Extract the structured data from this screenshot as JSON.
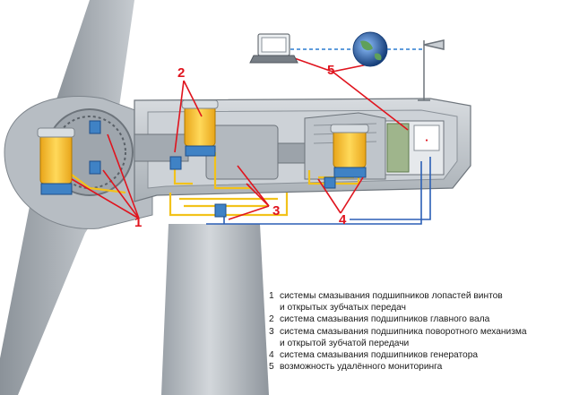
{
  "callouts": [
    "1",
    "2",
    "3",
    "4",
    "5"
  ],
  "legend": [
    {
      "num": "1",
      "line1": "системы смазывания подшипников лопастей винтов",
      "line2": "и открытых зубчатых передач"
    },
    {
      "num": "2",
      "line1": "система смазывания подшипников главного вала",
      "line2": ""
    },
    {
      "num": "3",
      "line1": "система смазывания подшипника поворотного механизма",
      "line2": "и открытой зубчатой передачи"
    },
    {
      "num": "4",
      "line1": "система смазывания подшипников генератора",
      "line2": ""
    },
    {
      "num": "5",
      "line1": "возможность удалённого мониторинга",
      "line2": ""
    }
  ],
  "colors": {
    "callout_red": "#e0141e",
    "lube_line_yellow": "#f2c21a",
    "signal_blue": "#2b5fb5",
    "dashed_link": "#2a7bd0",
    "housing_gray": "#c9ced3",
    "pump_yellow": "#f5c23c",
    "pump_blue": "#3f82c5"
  },
  "icons": [
    "laptop-icon",
    "globe-icon",
    "antenna-icon"
  ]
}
